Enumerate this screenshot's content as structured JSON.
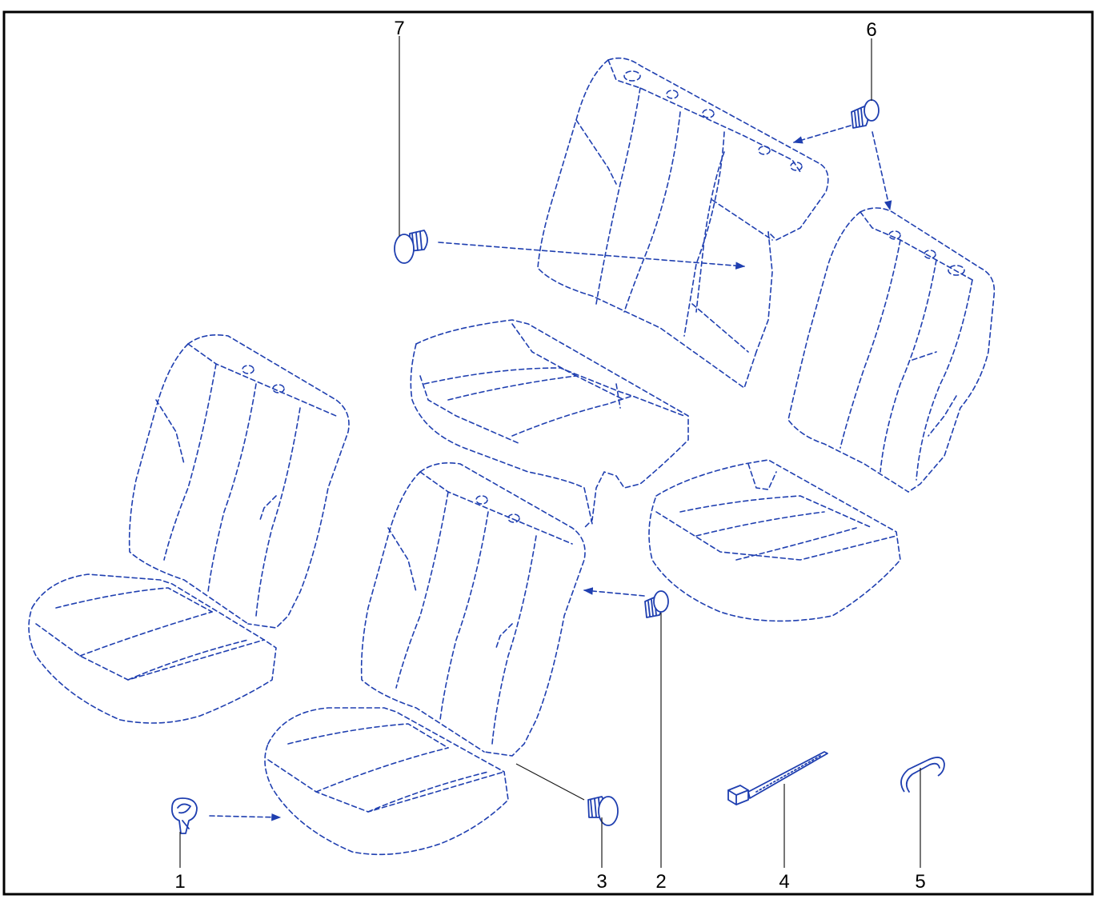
{
  "colors": {
    "line": "#1f3fb0",
    "frame": "#000000",
    "background": "#ffffff"
  },
  "callouts": [
    {
      "id": "1",
      "label": "1",
      "part": "push-clip"
    },
    {
      "id": "2",
      "label": "2",
      "part": "trim-fastener"
    },
    {
      "id": "3",
      "label": "3",
      "part": "trim-fastener-large"
    },
    {
      "id": "4",
      "label": "4",
      "part": "cable-tie"
    },
    {
      "id": "5",
      "label": "5",
      "part": "hog-ring"
    },
    {
      "id": "6",
      "label": "6",
      "part": "trim-fastener"
    },
    {
      "id": "7",
      "label": "7",
      "part": "trim-fastener-large"
    }
  ]
}
